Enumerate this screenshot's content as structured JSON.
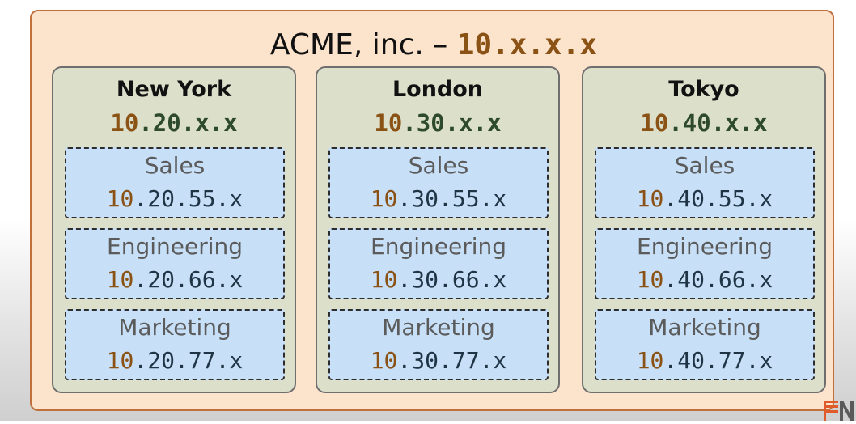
{
  "organization": {
    "name": "ACME, inc. – ",
    "network": "10.x.x.x"
  },
  "sites": [
    {
      "name": "New York",
      "network_prefix": "10",
      "network_rest": ".20.x.x",
      "departments": [
        {
          "name": "Sales",
          "network_prefix": "10",
          "network_rest": ".20.55.x"
        },
        {
          "name": "Engineering",
          "network_prefix": "10",
          "network_rest": ".20.66.x"
        },
        {
          "name": "Marketing",
          "network_prefix": "10",
          "network_rest": ".20.77.x"
        }
      ]
    },
    {
      "name": "London",
      "network_prefix": "10",
      "network_rest": ".30.x.x",
      "departments": [
        {
          "name": "Sales",
          "network_prefix": "10",
          "network_rest": ".30.55.x"
        },
        {
          "name": "Engineering",
          "network_prefix": "10",
          "network_rest": ".30.66.x"
        },
        {
          "name": "Marketing",
          "network_prefix": "10",
          "network_rest": ".30.77.x"
        }
      ]
    },
    {
      "name": "Tokyo",
      "network_prefix": "10",
      "network_rest": ".40.x.x",
      "departments": [
        {
          "name": "Sales",
          "network_prefix": "10",
          "network_rest": ".40.55.x"
        },
        {
          "name": "Engineering",
          "network_prefix": "10",
          "network_rest": ".40.66.x"
        },
        {
          "name": "Marketing",
          "network_prefix": "10",
          "network_rest": ".40.77.x"
        }
      ]
    }
  ],
  "colors": {
    "org_fill": "#fbe3cc",
    "org_border": "#c0703d",
    "site_fill": "#dcdfca",
    "dept_fill": "#c7dff7",
    "prefix_color": "#8a5215",
    "logo_color": "#e05a2a"
  },
  "watermark": {
    "icon": "brand-logo-icon"
  }
}
